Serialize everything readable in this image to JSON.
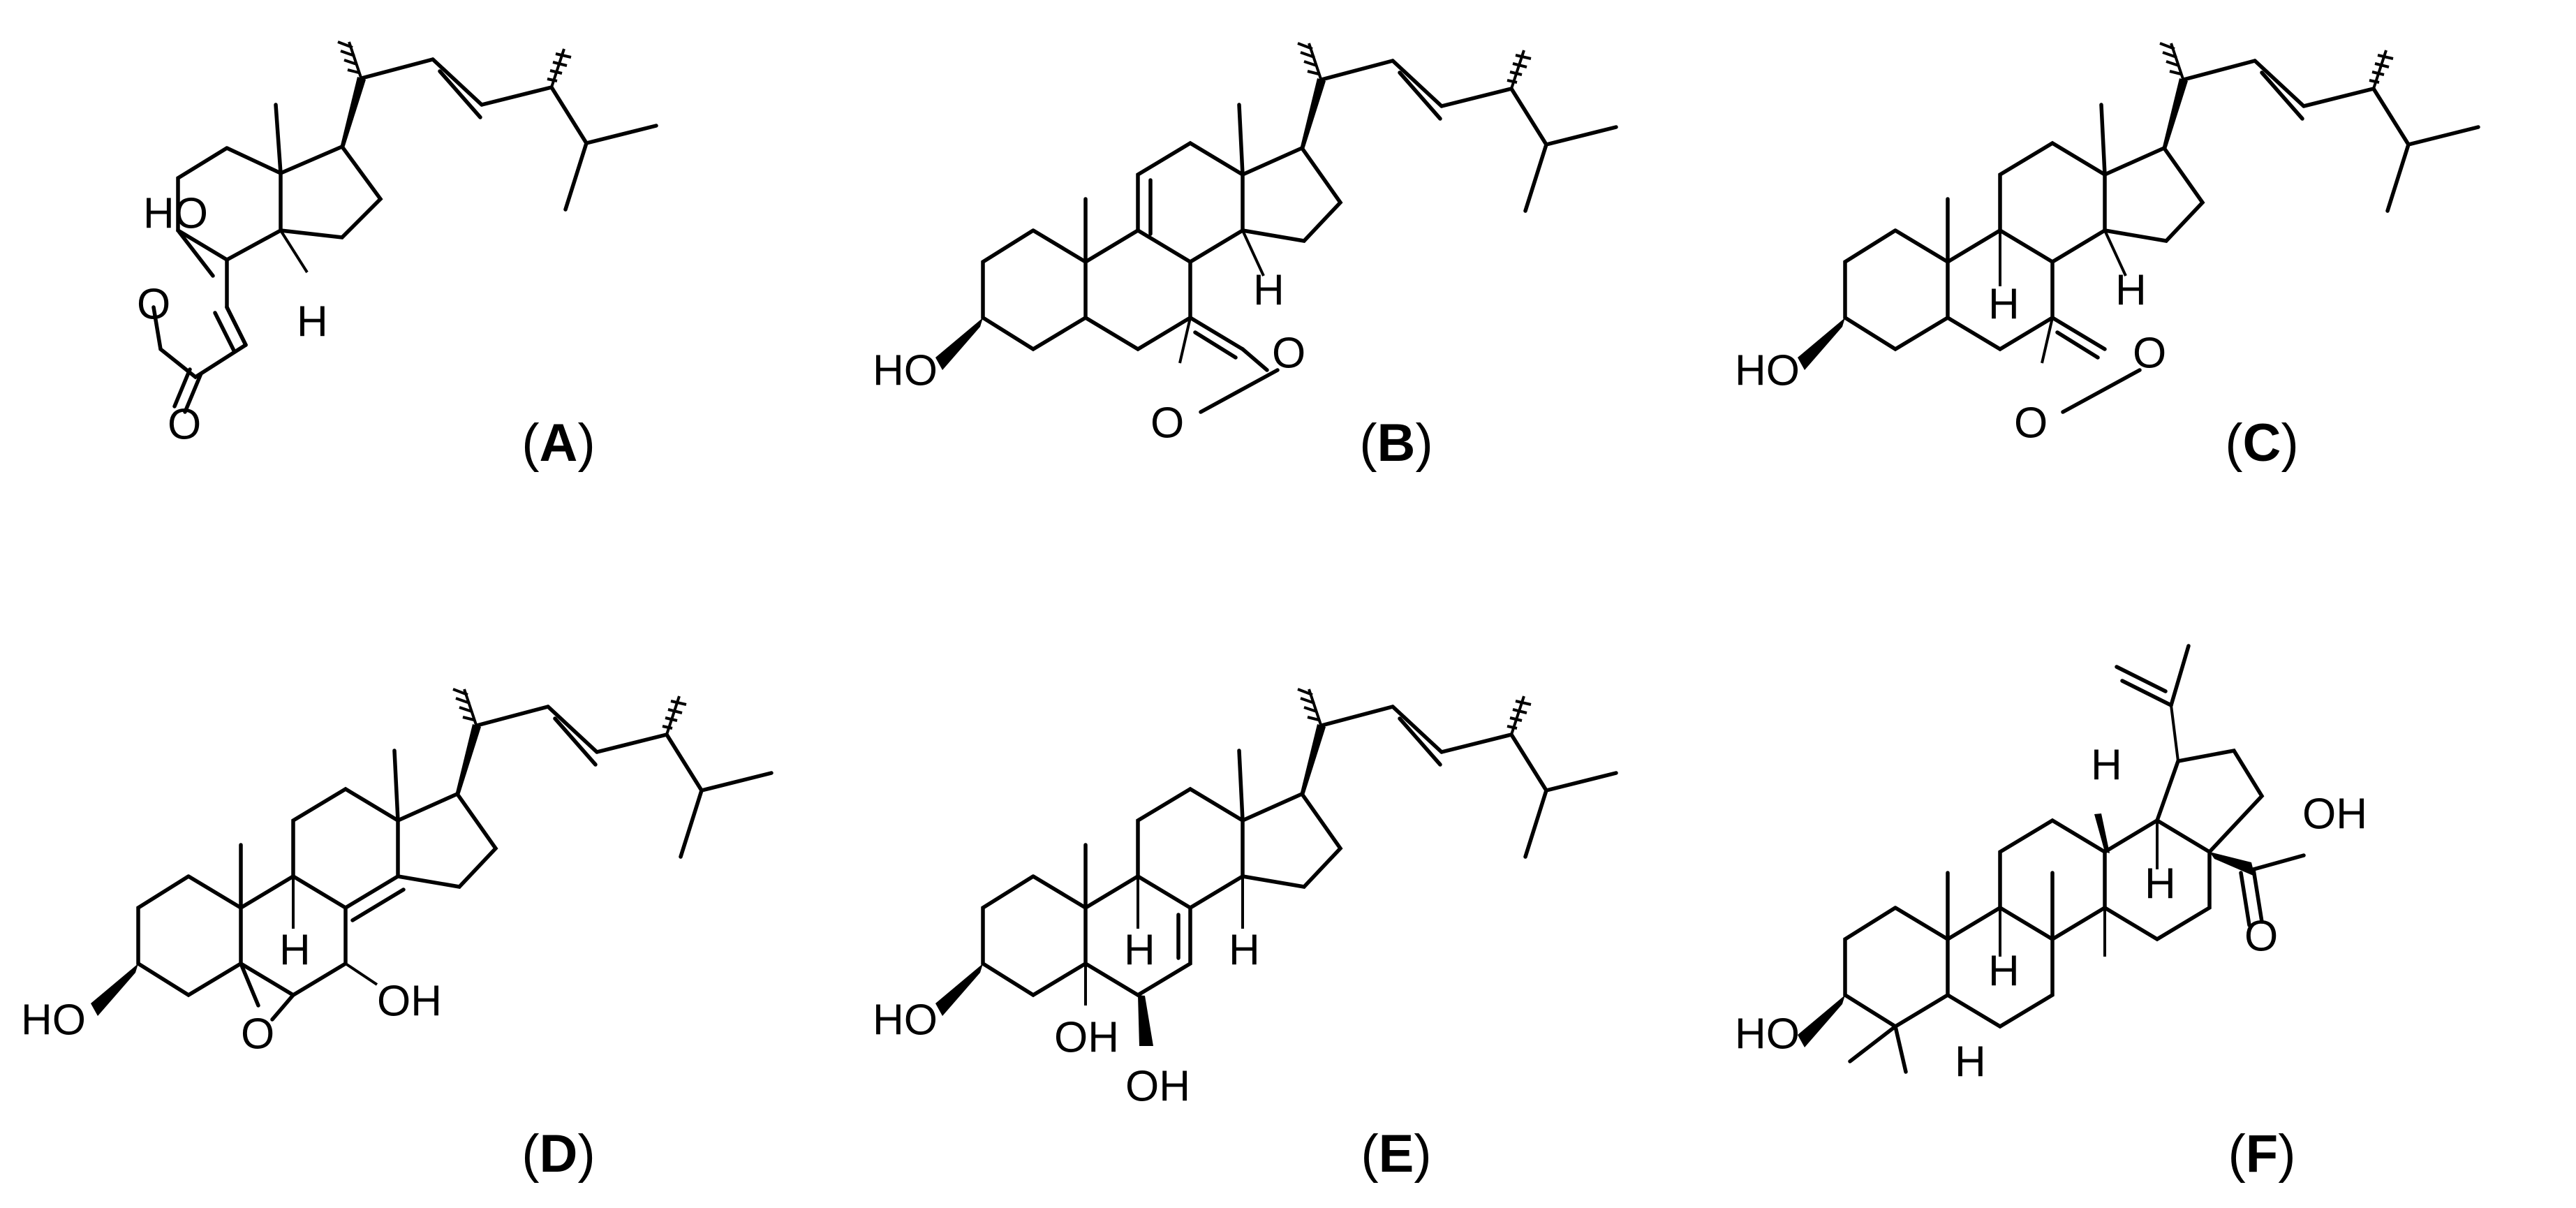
{
  "figure": {
    "atom_labels": {
      "hydroxyl": "HO",
      "hydroxyl_right": "OH",
      "oxygen": "O",
      "hydrogen": "H"
    },
    "compounds": [
      {
        "id": "A",
        "open": "(",
        "letter": "A",
        "close": ")"
      },
      {
        "id": "B",
        "open": "(",
        "letter": "B",
        "close": ")"
      },
      {
        "id": "C",
        "open": "(",
        "letter": "C",
        "close": ")"
      },
      {
        "id": "D",
        "open": "(",
        "letter": "D",
        "close": ")"
      },
      {
        "id": "E",
        "open": "(",
        "letter": "E",
        "close": ")"
      },
      {
        "id": "F",
        "open": "(",
        "letter": "F",
        "close": ")"
      }
    ]
  },
  "colors": {
    "ink": "#000000",
    "background": "#ffffff"
  }
}
